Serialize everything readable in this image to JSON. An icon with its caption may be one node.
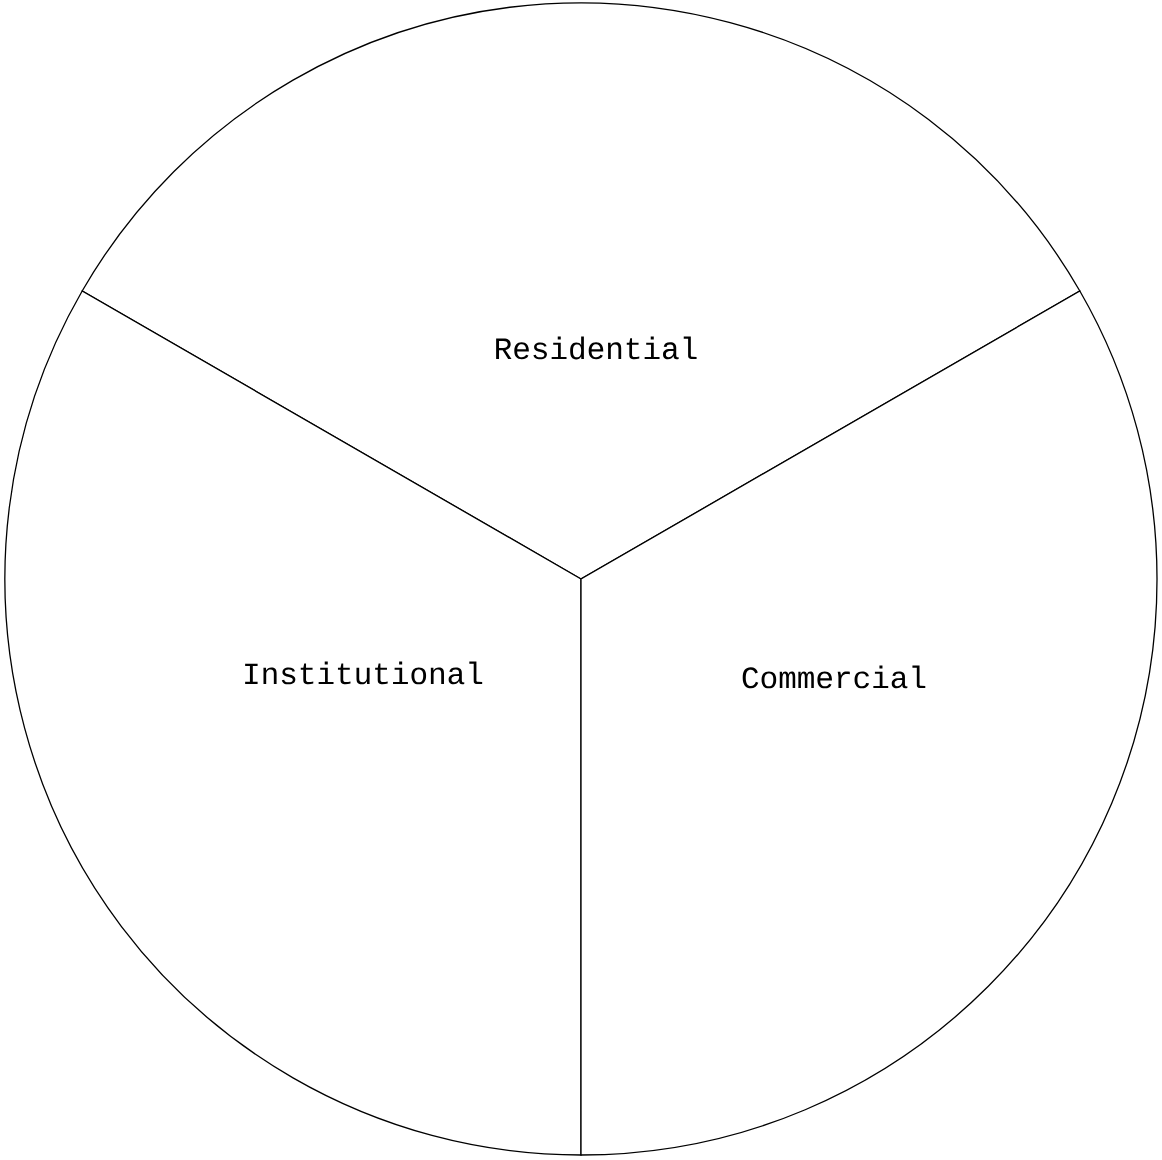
{
  "diagram": {
    "nodes": [
      {
        "text": [
          "Residential"
        ]
      },
      {
        "text": [
          "Institutional"
        ]
      },
      {
        "text": [
          "Commercial"
        ]
      }
    ]
  }
}
